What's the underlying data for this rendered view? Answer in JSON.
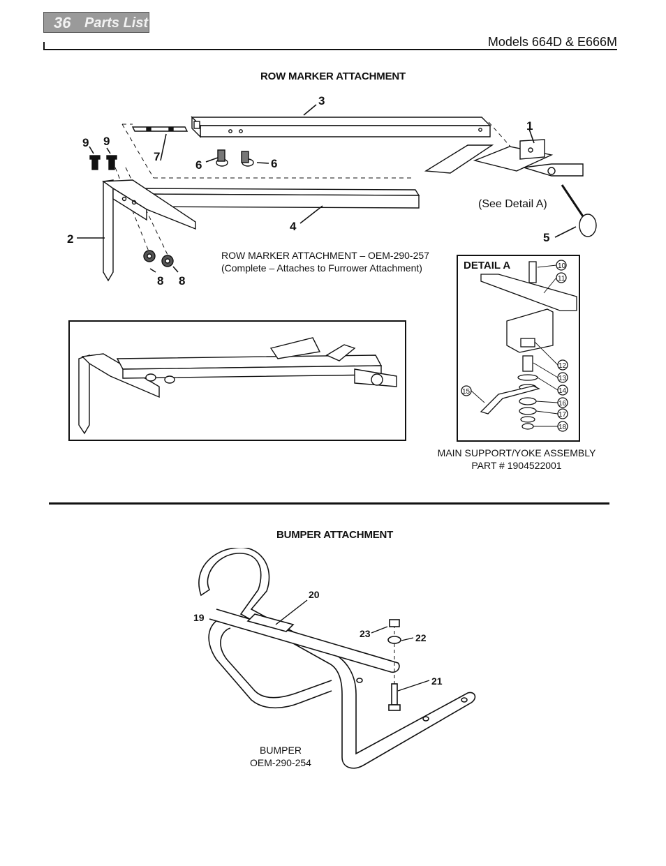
{
  "header": {
    "page_number": "36",
    "section": "Parts List",
    "models": "Models 664D & E666M"
  },
  "row_marker": {
    "title": "ROW MARKER ATTACHMENT",
    "caption_line1": "ROW MARKER ATTACHMENT – OEM-290-257",
    "caption_line2": "(Complete – Attaches to Furrower Attachment)",
    "see_detail": "(See Detail A)",
    "callouts": [
      "1",
      "2",
      "3",
      "4",
      "5",
      "6",
      "6",
      "7",
      "8",
      "8",
      "9",
      "9"
    ]
  },
  "detail_a": {
    "title": "DETAIL A",
    "callouts": [
      "10",
      "11",
      "12",
      "13",
      "14",
      "15",
      "16",
      "17",
      "18"
    ],
    "caption_line1": "MAIN SUPPORT/YOKE ASSEMBLY",
    "caption_line2": "PART # 1904522001"
  },
  "bumper": {
    "title": "BUMPER ATTACHMENT",
    "caption_line1": "BUMPER",
    "caption_line2": "OEM-290-254",
    "callouts": [
      "19",
      "20",
      "21",
      "22",
      "23"
    ]
  }
}
